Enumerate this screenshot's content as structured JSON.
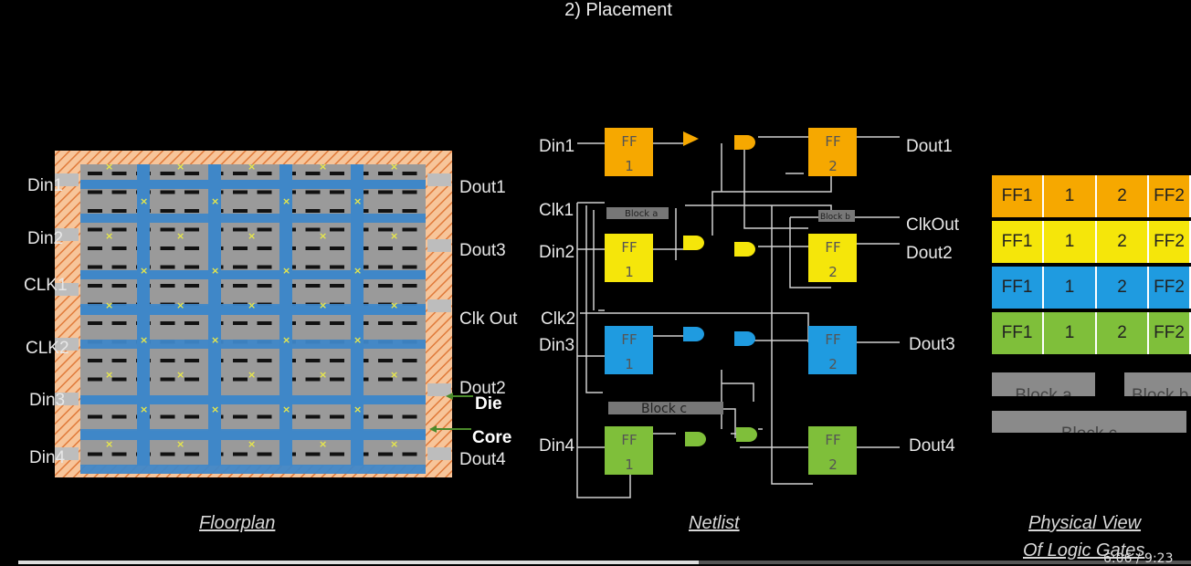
{
  "title": "2) Placement",
  "captions": {
    "floorplan": "Floorplan",
    "netlist": "Netlist",
    "physical_line1": "Physical View",
    "physical_line2": "Of Logic Gates"
  },
  "floorplan": {
    "left_pins": [
      "Din1",
      "Din2",
      "CLK1",
      "CLK2",
      "Din3",
      "Din4"
    ],
    "right_pins": [
      "Dout1",
      "Dout3",
      "Clk Out",
      "Dout2",
      "Dout4"
    ],
    "die_label": "Die",
    "core_label": "Core",
    "colors": {
      "die": "#f7c59a",
      "core": "#9a9a9a",
      "strap": "#3f87c8",
      "cell": "#e8e84a"
    }
  },
  "netlist": {
    "inputs": [
      "Din1",
      "Clk1",
      "Din2",
      "Clk2",
      "Din3",
      "Din4"
    ],
    "outputs": [
      "Dout1",
      "ClkOut",
      "Dout2",
      "Dout3",
      "Dout4"
    ],
    "ff_label": "FF",
    "ff1": "1",
    "ff2": "2",
    "blocks": {
      "a": "Block a",
      "b": "Block b",
      "c": "Block c"
    },
    "colors": [
      "#f6a800",
      "#f5e60a",
      "#1f9be0",
      "#7fbf3a"
    ]
  },
  "physical_view": {
    "rows": [
      {
        "color": "#f6a800",
        "cells": [
          "FF1",
          "1",
          "2",
          "FF2"
        ]
      },
      {
        "color": "#f5e60a",
        "cells": [
          "FF1",
          "1",
          "2",
          "FF2"
        ]
      },
      {
        "color": "#1f9be0",
        "cells": [
          "FF1",
          "1",
          "2",
          "FF2"
        ]
      },
      {
        "color": "#7fbf3a",
        "cells": [
          "FF1",
          "1",
          "2",
          "FF2"
        ]
      }
    ],
    "blocks": [
      "Block a",
      "Block b",
      "Block c"
    ]
  },
  "player": {
    "time": "6:06 / 9:23",
    "progress": 0.58
  }
}
